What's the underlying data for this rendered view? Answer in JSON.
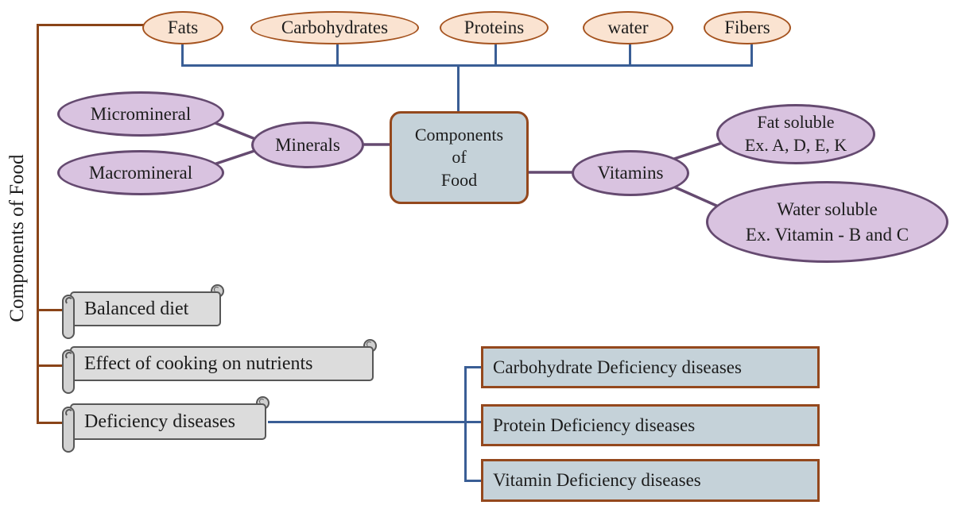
{
  "side_label": "Components of Food",
  "colors": {
    "peach_fill": "#fae3d1",
    "peach_border": "#a5531f",
    "purple_fill": "#d9c3e0",
    "purple_border": "#654a70",
    "blue_line": "#3a5e95",
    "brown_line": "#8a4418",
    "box_fill": "#c5d2d9",
    "box_border": "#94481d",
    "scroll_fill": "#dcdcdc",
    "scroll_border": "#575757",
    "text": "#1c1c1c"
  },
  "top_nodes": [
    {
      "label": "Fats"
    },
    {
      "label": "Carbohydrates"
    },
    {
      "label": "Proteins"
    },
    {
      "label": "water"
    },
    {
      "label": "Fibers"
    }
  ],
  "center_box": {
    "line1": "Components",
    "line2": "of",
    "line3": "Food"
  },
  "minerals_branch": {
    "micromineral": "Micromineral",
    "macromineral": "Macromineral",
    "minerals": "Minerals"
  },
  "vitamins_branch": {
    "vitamins": "Vitamins",
    "fat_soluble": {
      "line1": "Fat soluble",
      "line2": "Ex. A, D, E, K"
    },
    "water_soluble": {
      "line1": "Water soluble",
      "line2": "Ex. Vitamin - B and C"
    }
  },
  "scroll_items": [
    {
      "label": "Balanced diet"
    },
    {
      "label": "Effect of cooking on nutrients"
    },
    {
      "label": "Deficiency diseases"
    }
  ],
  "deficiency_boxes": [
    {
      "label": "Carbohydrate Deficiency diseases"
    },
    {
      "label": "Protein Deficiency diseases"
    },
    {
      "label": "Vitamin Deficiency diseases"
    }
  ]
}
